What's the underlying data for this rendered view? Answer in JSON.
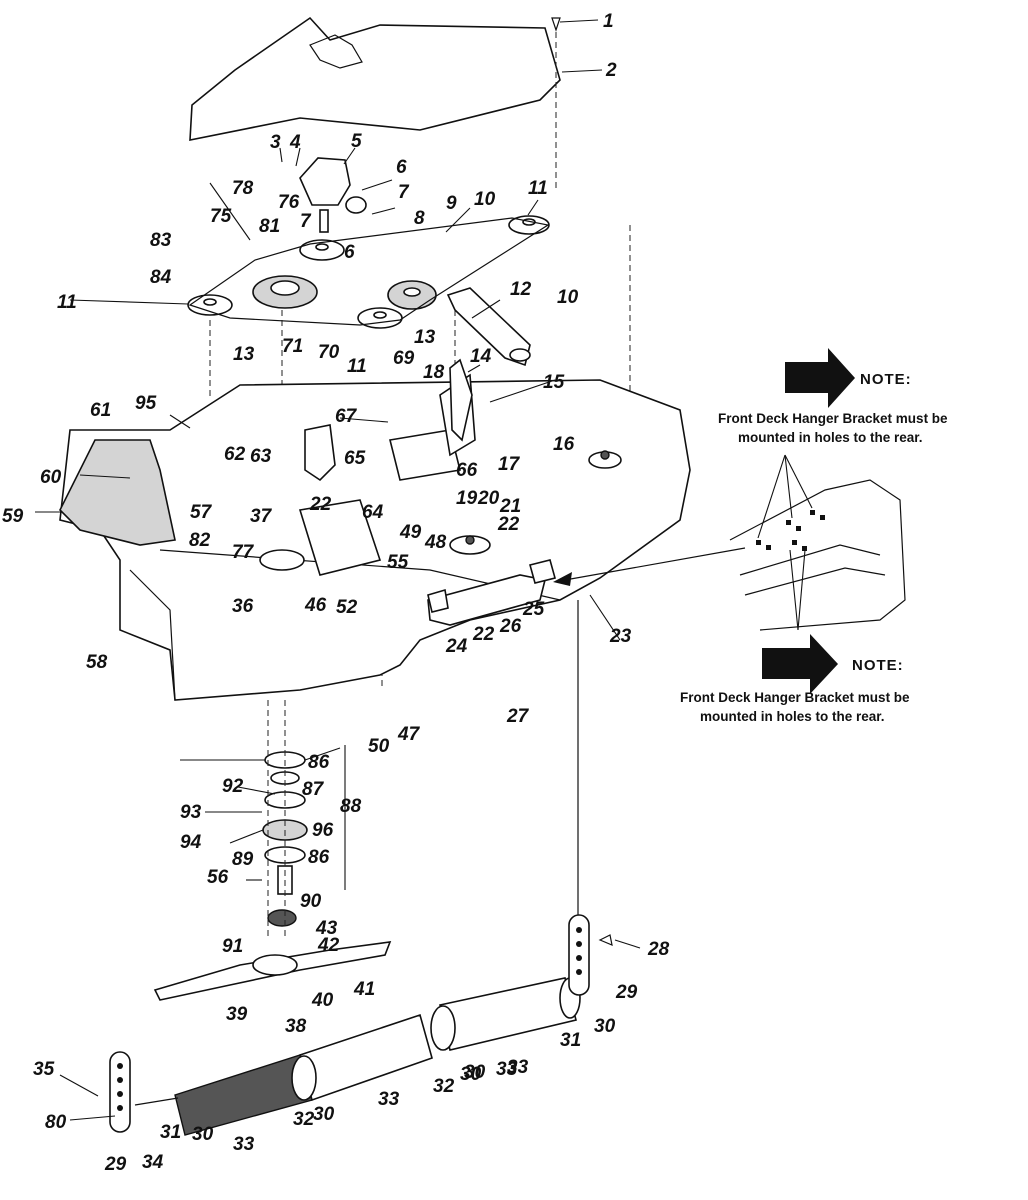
{
  "labels": [
    {
      "text": "1"
    },
    {
      "text": "2"
    },
    {
      "text": "3"
    },
    {
      "text": "4"
    },
    {
      "text": "5"
    },
    {
      "text": "6"
    },
    {
      "text": "6"
    },
    {
      "text": "7"
    },
    {
      "text": "7"
    },
    {
      "text": "8"
    },
    {
      "text": "9"
    },
    {
      "text": "10"
    },
    {
      "text": "10"
    },
    {
      "text": "11"
    },
    {
      "text": "11"
    },
    {
      "text": "11"
    },
    {
      "text": "12"
    },
    {
      "text": "13"
    },
    {
      "text": "13"
    },
    {
      "text": "14"
    },
    {
      "text": "15"
    },
    {
      "text": "16"
    },
    {
      "text": "17"
    },
    {
      "text": "18"
    },
    {
      "text": "19"
    },
    {
      "text": "20"
    },
    {
      "text": "21"
    },
    {
      "text": "22"
    },
    {
      "text": "22"
    },
    {
      "text": "22"
    },
    {
      "text": "23"
    },
    {
      "text": "24"
    },
    {
      "text": "25"
    },
    {
      "text": "26"
    },
    {
      "text": "27"
    },
    {
      "text": "28"
    },
    {
      "text": "29"
    },
    {
      "text": "29"
    },
    {
      "text": "30"
    },
    {
      "text": "30"
    },
    {
      "text": "30"
    },
    {
      "text": "30"
    },
    {
      "text": "30"
    },
    {
      "text": "31"
    },
    {
      "text": "31"
    },
    {
      "text": "32"
    },
    {
      "text": "32"
    },
    {
      "text": "33"
    },
    {
      "text": "33"
    },
    {
      "text": "33"
    },
    {
      "text": "33"
    },
    {
      "text": "34"
    },
    {
      "text": "35"
    },
    {
      "text": "36"
    },
    {
      "text": "37"
    },
    {
      "text": "38"
    },
    {
      "text": "39"
    },
    {
      "text": "40"
    },
    {
      "text": "41"
    },
    {
      "text": "42"
    },
    {
      "text": "43"
    },
    {
      "text": "46"
    },
    {
      "text": "47"
    },
    {
      "text": "48"
    },
    {
      "text": "49"
    },
    {
      "text": "50"
    },
    {
      "text": "52"
    },
    {
      "text": "55"
    },
    {
      "text": "56"
    },
    {
      "text": "57"
    },
    {
      "text": "58"
    },
    {
      "text": "59"
    },
    {
      "text": "60"
    },
    {
      "text": "61"
    },
    {
      "text": "62"
    },
    {
      "text": "63"
    },
    {
      "text": "64"
    },
    {
      "text": "65"
    },
    {
      "text": "66"
    },
    {
      "text": "67"
    },
    {
      "text": "69"
    },
    {
      "text": "70"
    },
    {
      "text": "71"
    },
    {
      "text": "75"
    },
    {
      "text": "76"
    },
    {
      "text": "77"
    },
    {
      "text": "78"
    },
    {
      "text": "80"
    },
    {
      "text": "81"
    },
    {
      "text": "82"
    },
    {
      "text": "83"
    },
    {
      "text": "84"
    },
    {
      "text": "86"
    },
    {
      "text": "86"
    },
    {
      "text": "87"
    },
    {
      "text": "88"
    },
    {
      "text": "89"
    },
    {
      "text": "90"
    },
    {
      "text": "91"
    },
    {
      "text": "92"
    },
    {
      "text": "93"
    },
    {
      "text": "94"
    },
    {
      "text": "95"
    },
    {
      "text": "96"
    }
  ],
  "notes": [
    {
      "title": "NOTE:",
      "line1": "Front Deck Hanger Bracket must be",
      "line2": "mounted in holes to the rear."
    },
    {
      "title": "NOTE:",
      "line1": "Front Deck Hanger Bracket must be",
      "line2": "mounted in holes to the rear."
    }
  ],
  "colors": {
    "ink": "#111111",
    "paper": "#ffffff",
    "shade": "#d4d4d4"
  }
}
